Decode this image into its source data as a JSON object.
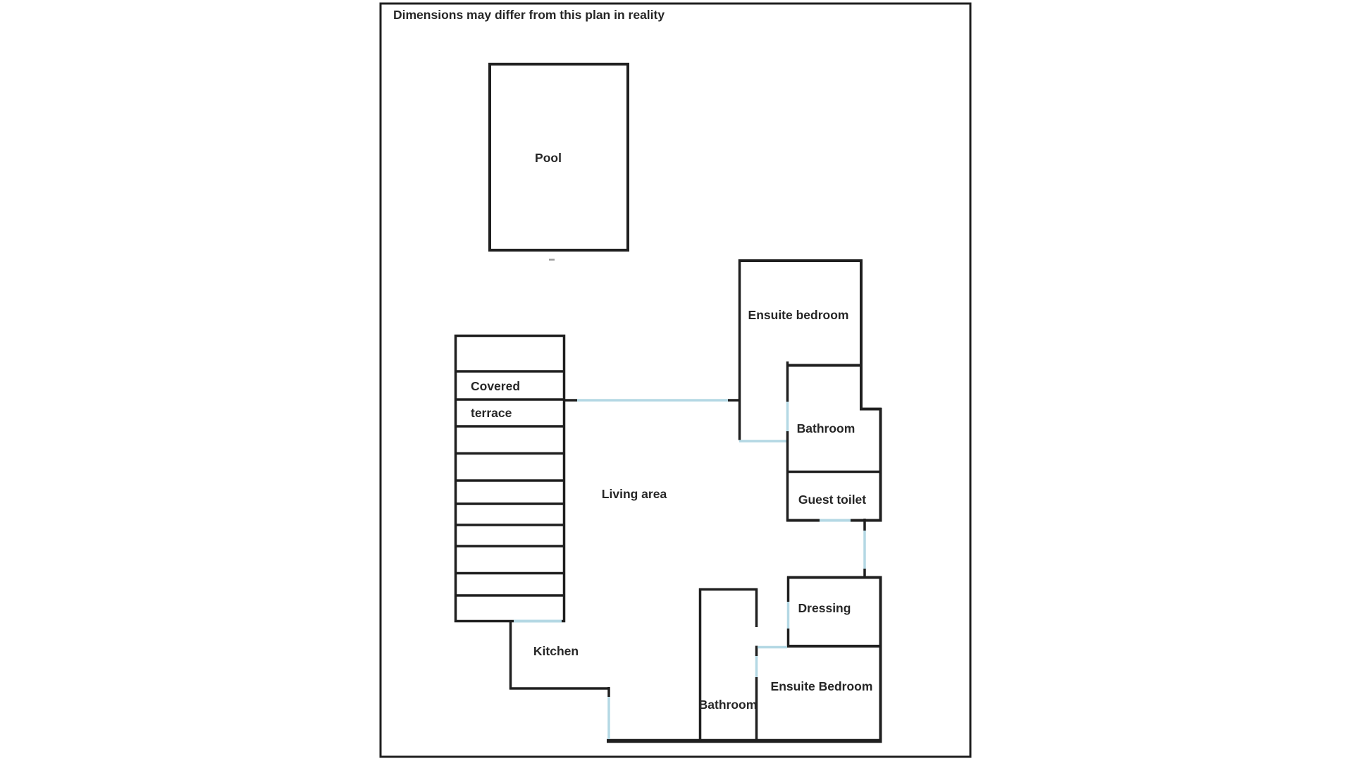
{
  "plan": {
    "disclaimer": "Dimensions may differ from this plan in reality",
    "colors": {
      "wall": "#1f1f1f",
      "opening": "#b4d8e4",
      "background": "#ffffff",
      "text": "#262626"
    },
    "rooms": {
      "pool": "Pool",
      "covered_terrace": {
        "line1": "Covered",
        "line2": "terrace"
      },
      "living_area": "Living area",
      "kitchen": "Kitchen",
      "ensuite_bedroom_top": "Ensuite bedroom",
      "bathroom_ensuite_top": "Bathroom",
      "guest_toilet": "Guest toilet",
      "dressing": "Dressing",
      "ensuite_bedroom_bottom": "Ensuite Bedroom",
      "bathroom_bottom": "Bathroom"
    }
  }
}
